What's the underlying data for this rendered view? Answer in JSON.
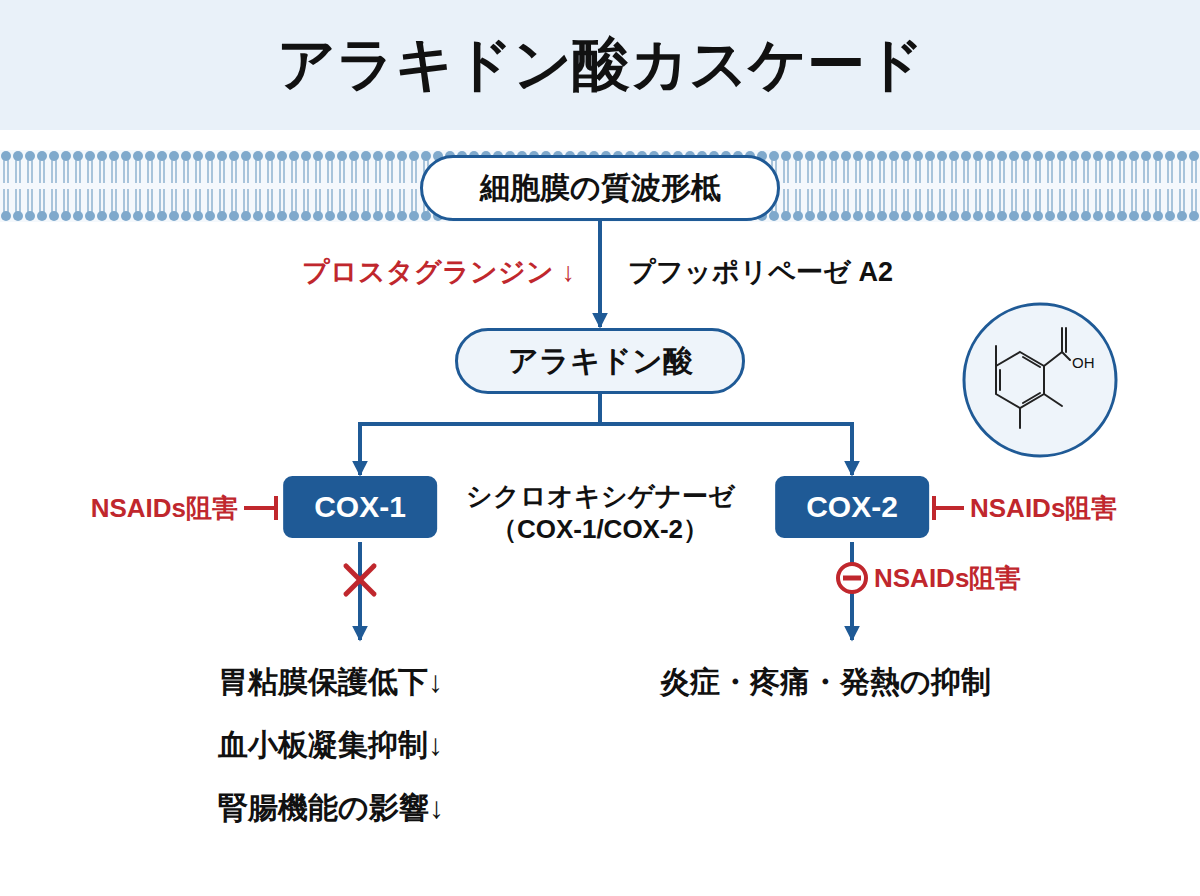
{
  "diagram": {
    "title": "アラキドン酸カスケード",
    "nodes": [
      {
        "text": [
          "細胞膜の質波形柢"
        ]
      },
      {
        "text": [
          "アラキドン酸"
        ]
      },
      {
        "text": [
          "COX-1"
        ]
      },
      {
        "text": [
          "COX-2"
        ]
      }
    ],
    "edges": [
      {
        "from": 0,
        "to": 1,
        "arrow": "to"
      },
      {
        "from": 1,
        "to": 2,
        "arrow": "to"
      },
      {
        "from": 1,
        "to": 3,
        "arrow": "to"
      }
    ],
    "labels": [
      "プロスタグランジン ↓",
      "プフッポリペーゼ A2",
      "OH",
      "NSAIDs阻害",
      "シクロオキシゲナーゼ （COX-1/COX-2）",
      "NSAIDs阻害",
      "NSAIDs阻害",
      "胃粘膜保護低下↓",
      "炎症・疼痛・発熱の抑制",
      "血小板凝集抑制↓",
      "腎腸機能の影響↓"
    ]
  }
}
